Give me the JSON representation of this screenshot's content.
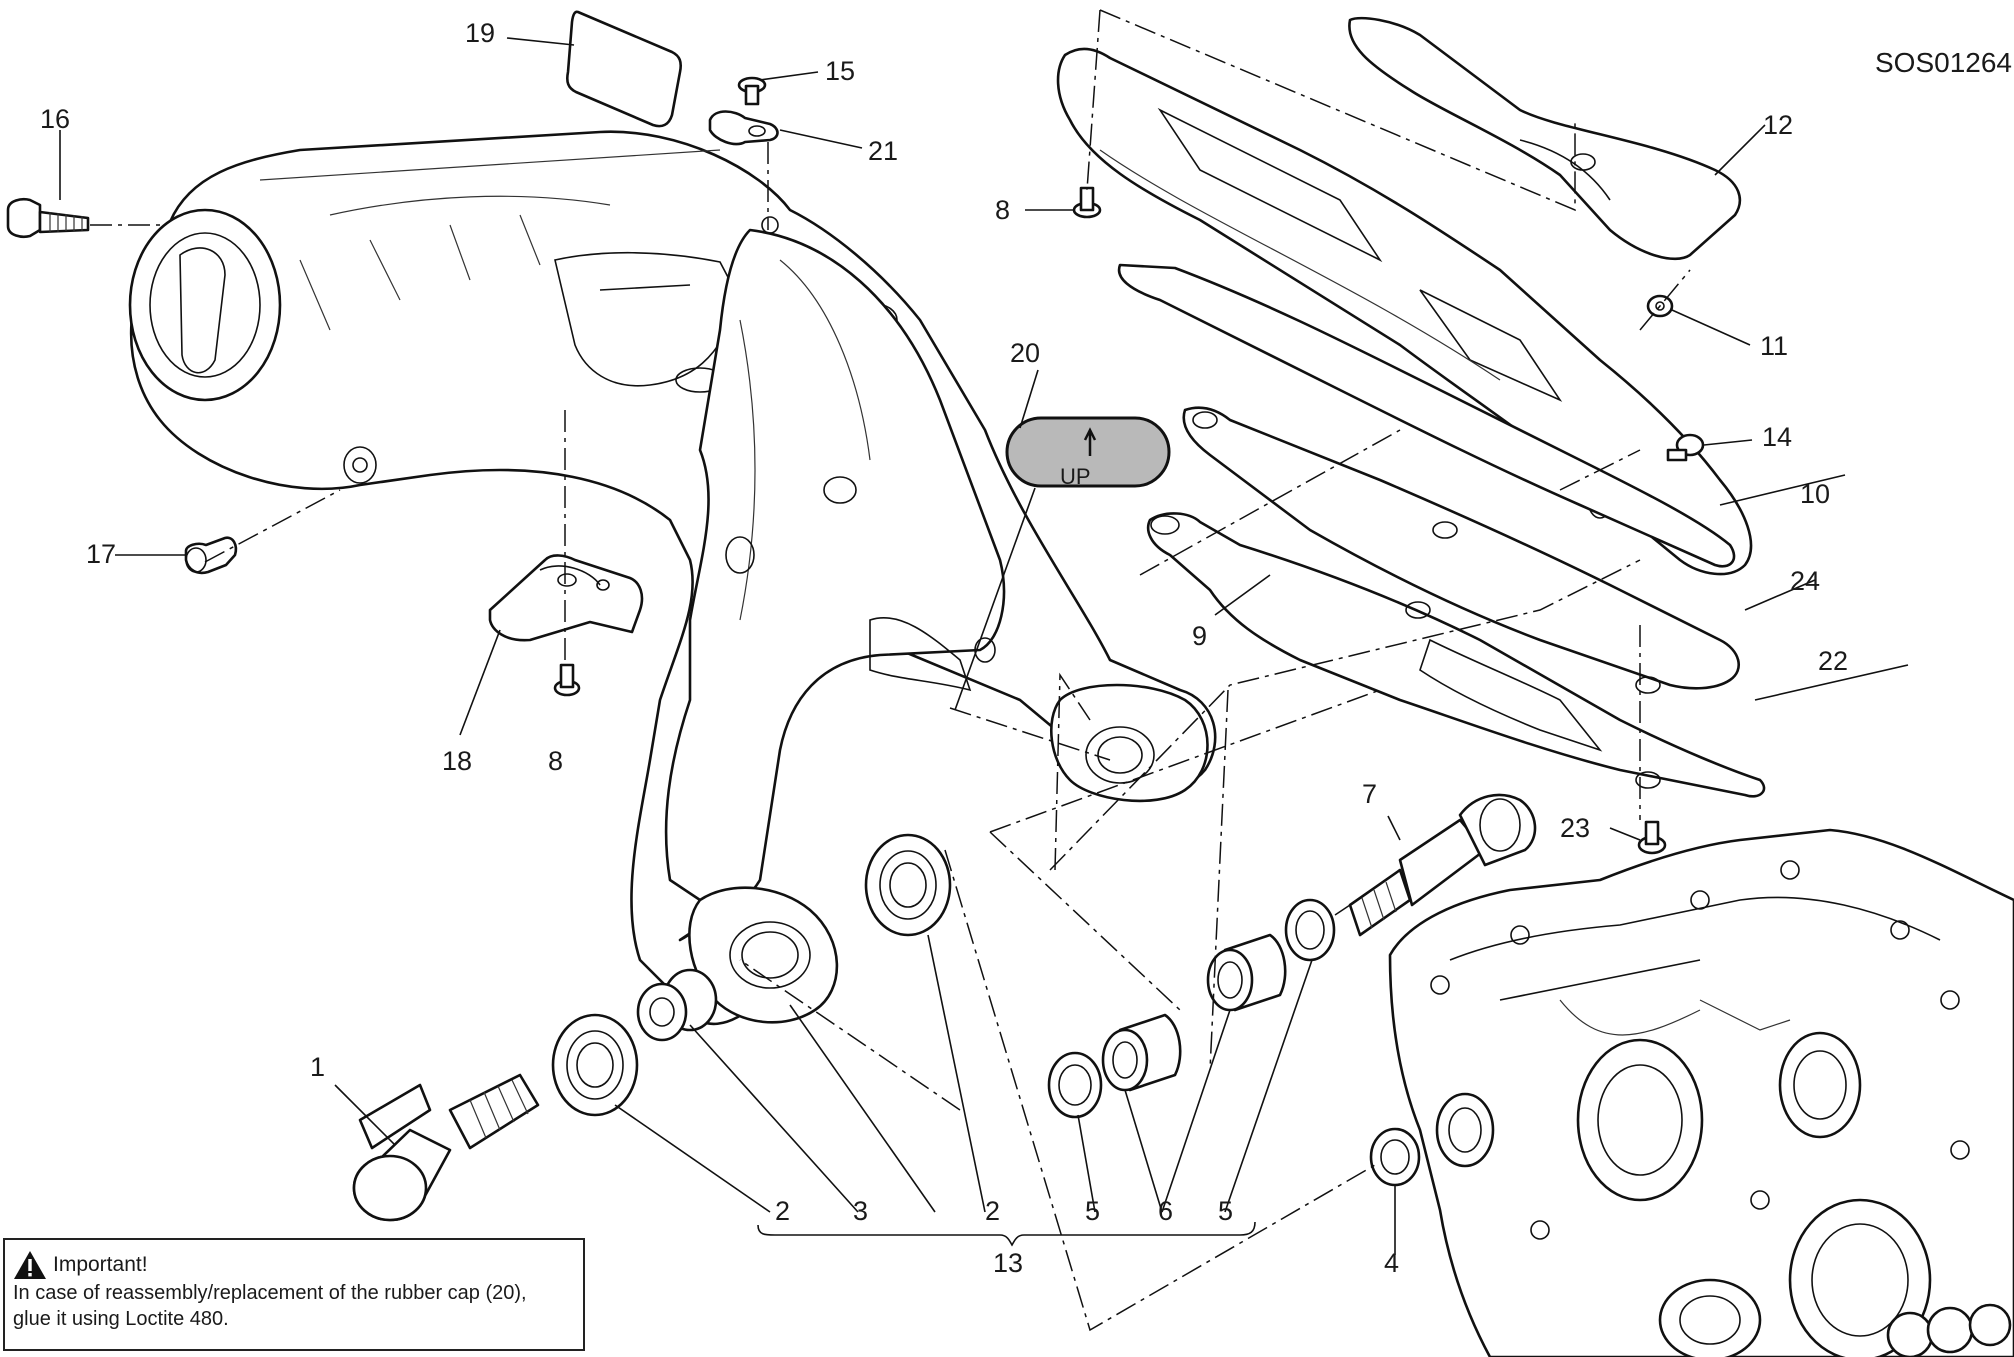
{
  "drawing_code": "SOS01264",
  "labels": {
    "l1": "1",
    "l2a": "2",
    "l3": "3",
    "l2b": "2",
    "l5a": "5",
    "l6": "6",
    "l5b": "5",
    "l13": "13",
    "l4": "4",
    "l7": "7",
    "l8a": "8",
    "l8b": "8",
    "l9": "9",
    "l10": "10",
    "l11": "11",
    "l12": "12",
    "l14": "14",
    "l15": "15",
    "l16": "16",
    "l17": "17",
    "l18": "18",
    "l19": "19",
    "l20": "20",
    "l21": "21",
    "l22": "22",
    "l23": "23",
    "l24": "24"
  },
  "cap_text": "UP",
  "note": {
    "title": "Important!",
    "line1": "In case of reassembly/replacement of the rubber cap (20),",
    "line2": "glue it using Loctite 480."
  },
  "icons": [
    "warning-triangle-icon",
    "up-arrow-icon"
  ]
}
